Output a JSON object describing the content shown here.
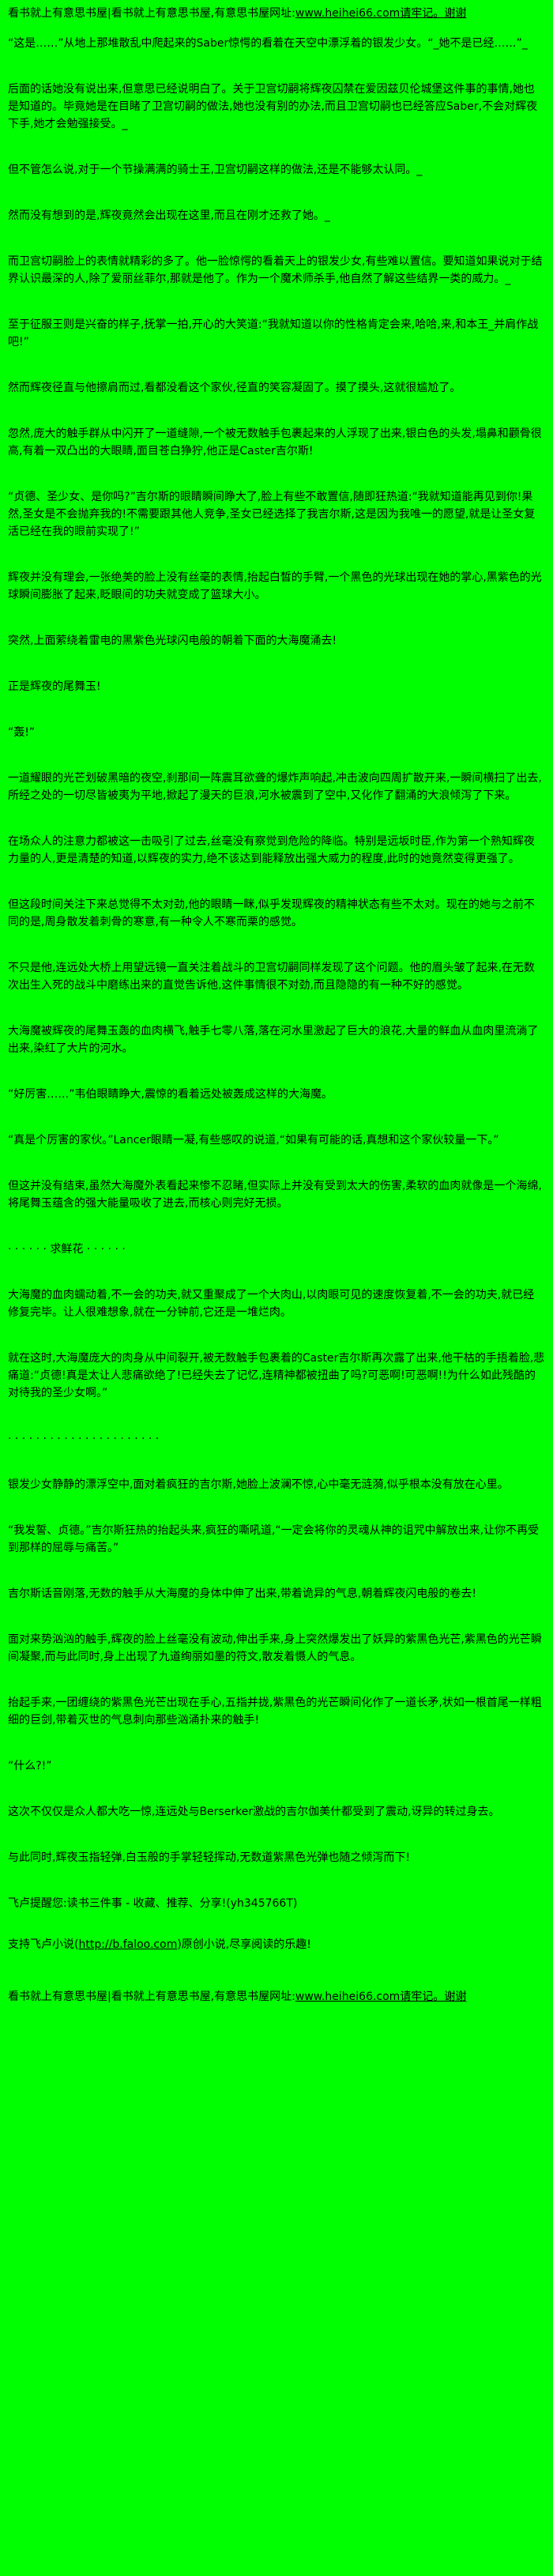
{
  "page": {
    "colors": {
      "background": "#00ff00",
      "text": "#000000"
    }
  },
  "header": {
    "prefix": "看书就上有意思书屋|看书就上有意思书屋,有意思书屋网址:",
    "url": "www.heihei66.com",
    "suffix": "请牢记。谢谢"
  },
  "story": {
    "paragraphs": [
      "“这是……”从地上那堆散乱中爬起来的Saber惊愕的看着在天空中漂浮着的银发少女。“_她不是已经……”_",
      "后面的话她没有说出来,但意思已经说明白了。关于卫宫切嗣将辉夜囚禁在爱因兹贝伦城堡这件事的事情,她也是知道的。毕竟她是在目睹了卫宫切嗣的做法,她也没有别的办法,而且卫宫切嗣也已经答应Saber,不会对辉夜下手,她才会勉强接受。_",
      "但不管怎么说,对于一个节操满满的骑士王,卫宫切嗣这样的做法,还是不能够太认同。_",
      "然而没有想到的是,辉夜竟然会出现在这里,而且在刚才还救了她。_",
      "而卫宫切嗣脸上的表情就精彩的多了。他一脸惊愕的看着天上的银发少女,有些难以置信。要知道如果说对于结界认识最深的人,除了爱丽丝菲尔,那就是他了。作为一个魔术师杀手,他自然了解这些结界一类的威力。_",
      "至于征服王则是兴奋的样子,抚掌一拍,开心的大笑道:“我就知道以你的性格肯定会来,哈哈,来,和本王_并肩作战吧!”",
      "然而辉夜径直与他擦肩而过,看都没看这个家伙,径直的笑容凝固了。摸了摸头,这就很尴尬了。",
      "忽然,庞大的触手群从中闪开了一道缝隙,一个被无数触手包裹起来的人浮现了出来,银白色的头发,塌鼻和颧骨很高,有着一双凸出的大眼睛,面目苍白狰狞,他正是Caster吉尔斯!",
      "“贞德、圣少女、是你吗?”吉尔斯的眼睛瞬间睁大了,脸上有些不敢置信,随即狂热道:“我就知道能再见到你!果然,圣女是不会抛弃我的!不需要跟其他人竞争,圣女已经选择了我吉尔斯,这是因为我唯一的愿望,就是让圣女复活已经在我的眼前实现了!”",
      "辉夜并没有理会,一张绝美的脸上没有丝毫的表情,抬起白皙的手臂,一个黑色的光球出现在她的掌心,黑紫色的光球瞬间膨胀了起来,眨眼间的功夫就变成了篮球大小。",
      "突然,上面萦绕着雷电的黑紫色光球闪电般的朝着下面的大海魔涌去!",
      "正是辉夜的尾舞玉!",
      "“轰!”",
      "一道耀眼的光芒划破黑暗的夜空,刹那间一阵震耳欲聋的爆炸声响起,冲击波向四周扩散开来,一瞬间横扫了出去,所经之处的一切尽皆被夷为平地,掀起了漫天的巨浪,河水被震到了空中,又化作了翻涌的大浪倾泻了下来。",
      "在场众人的注意力都被这一击吸引了过去,丝毫没有察觉到危险的降临。特别是远坂时臣,作为第一个熟知辉夜力量的人,更是清楚的知道,以辉夜的实力,绝不该达到能释放出强大威力的程度,此时的她竟然变得更强了。",
      "但这段时间关注下来总觉得不太对劲,他的眼睛一眯,似乎发现辉夜的精神状态有些不太对。现在的她与之前不同的是,周身散发着刺骨的寒意,有一种令人不寒而栗的感觉。",
      "不只是他,连远处大桥上用望远镜一直关注着战斗的卫宫切嗣同样发现了这个问题。他的眉头皱了起来,在无数次出生入死的战斗中磨练出来的直觉告诉他,这件事情很不对劲,而且隐隐的有一种不好的感觉。",
      "大海魔被辉夜的尾舞玉轰的血肉横飞,触手七零八落,落在河水里激起了巨大的浪花,大量的鲜血从血肉里流淌了出来,染红了大片的河水。",
      "“好厉害……”韦伯眼睛睁大,震惊的看着远处被轰成这样的大海魔。",
      "“真是个厉害的家伙。”Lancer眼睛一凝,有些感叹的说道,“如果有可能的话,真想和这个家伙较量一下。”",
      "但这并没有结束,虽然大海魔外表看起来惨不忍睹,但实际上并没有受到太大的伤害,柔软的血肉就像是一个海绵,将尾舞玉蕴含的强大能量吸收了进去,而核心则完好无损。",
      "· · · · · · 求鲜花 · · · · · ·",
      "大海魔的血肉蠕动着,不一会的功夫,就又重聚成了一个大肉山,以肉眼可见的速度恢复着,不一会的功夫,就已经修复完毕。让人很难想象,就在一分钟前,它还是一堆烂肉。",
      "就在这时,大海魔庞大的肉身从中间裂开,被无数触手包裹着的Caster吉尔斯再次露了出来,他干枯的手捂着脸,悲痛道:“贞德!真是太让人悲痛欲绝了!已经失去了记忆,连精神都被扭曲了吗?可恶啊!可恶啊!!为什么如此残酷的对待我的圣少女啊。”",
      "· · · · · · · · · · · · · · · · · · · · · ·",
      "银发少女静静的漂浮空中,面对着疯狂的吉尔斯,她脸上波澜不惊,心中毫无涟漪,似乎根本没有放在心里。",
      "“我发誓、贞德。”吉尔斯狂热的抬起头来,疯狂的嘶吼道,“一定会将你的灵魂从神的诅咒中解放出来,让你不再受到那样的屈辱与痛苦。”",
      "吉尔斯话音刚落,无数的触手从大海魔的身体中伸了出来,带着诡异的气息,朝着辉夜闪电般的卷去!",
      "面对来势汹汹的触手,辉夜的脸上丝毫没有波动,伸出手来,身上突然爆发出了妖异的紫黑色光芒,紫黑色的光芒瞬间凝聚,而与此同时,身上出现了九道绚丽如墨的符文,散发着慑人的气息。",
      "抬起手来,一团缠绕的紫黑色光芒出现在手心,五指并拢,紫黑色的光芒瞬间化作了一道长矛,状如一根首尾一样粗细的巨剑,带着灭世的气息刺向那些汹涌扑来的触手!",
      "“什么?!”",
      "这次不仅仅是众人都大吃一惊,连远处与Berserker激战的吉尔伽美什都受到了震动,讶异的转过身去。",
      "与此同时,辉夜玉指轻弹,白玉般的手掌轻轻挥动,无数道紫黑色光弹也随之倾泻而下!"
    ]
  },
  "promo": {
    "reminder": "飞卢提醒您:读书三件事 - 收藏、推荐、分享!(yh345766T)",
    "support_prefix": "支持飞卢小说(",
    "support_url": "http://b.faloo.com",
    "support_suffix": ")原创小说,尽享阅读的乐趣!"
  },
  "footer": {
    "prefix": "看书就上有意思书屋|看书就上有意思书屋,有意思书屋网址:",
    "url": "www.heihei66.com",
    "suffix": "请牢记。谢谢"
  }
}
